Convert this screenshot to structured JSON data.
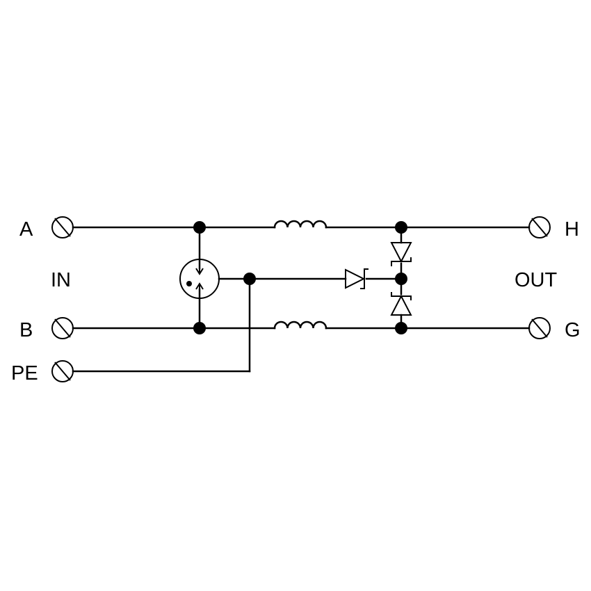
{
  "terminals": {
    "a": "A",
    "b": "B",
    "pe": "PE",
    "h": "H",
    "g": "G"
  },
  "groups": {
    "input": "IN",
    "output": "OUT"
  }
}
